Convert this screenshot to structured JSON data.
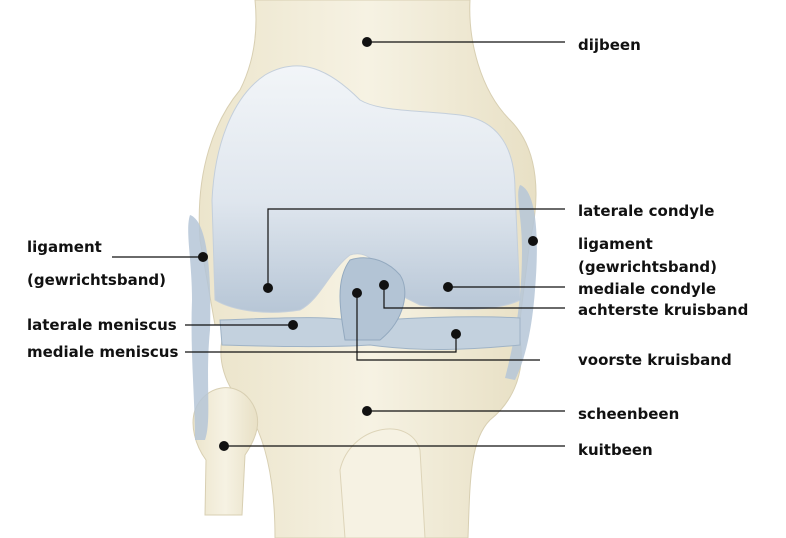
{
  "title": "Knee joint anatomy (front view)",
  "labels": {
    "dijbeen": "dijbeen",
    "laterale_condyle": "laterale condyle",
    "ligament_right_1": "ligament",
    "ligament_right_2": "(gewrichtsband)",
    "mediale_condyle": "mediale condyle",
    "achterste_kruisband": "achterste kruisband",
    "voorste_kruisband": "voorste kruisband",
    "scheenbeen": "scheenbeen",
    "kuitbeen": "kuitbeen",
    "ligament_left_1": "ligament",
    "ligament_left_2": "(gewrichtsband)",
    "laterale_meniscus": "laterale meniscus",
    "mediale_meniscus": "mediale meniscus"
  },
  "colors": {
    "bone": "#f3eedb",
    "bone_shade": "#e4dcc2",
    "cartilage_top": "#eef2f6",
    "cartilage_bottom": "#b9c8d8",
    "ligament": "#a8bccf",
    "line": "#111111"
  }
}
